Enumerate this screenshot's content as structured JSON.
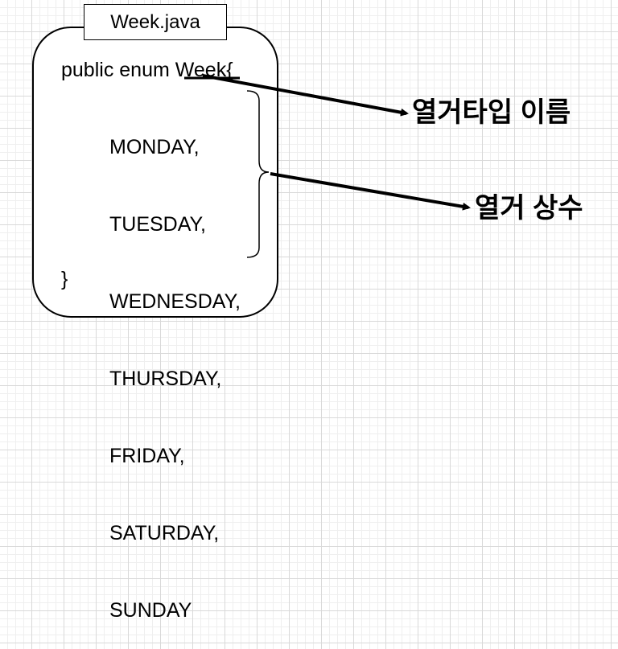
{
  "file_tab": {
    "label": "Week.java"
  },
  "code": {
    "declaration": "public enum Week{",
    "constants": [
      "MONDAY,",
      "TUESDAY,",
      "WEDNESDAY,",
      "THURSDAY,",
      "FRIDAY,",
      "SATURDAY,",
      "SUNDAY"
    ],
    "closing": "}"
  },
  "annotations": {
    "type_name_label": "열거타입 이름",
    "constants_label": "열거 상수"
  },
  "colors": {
    "stroke": "#000000",
    "background": "#ffffff",
    "grid": "#d9d9d9"
  }
}
